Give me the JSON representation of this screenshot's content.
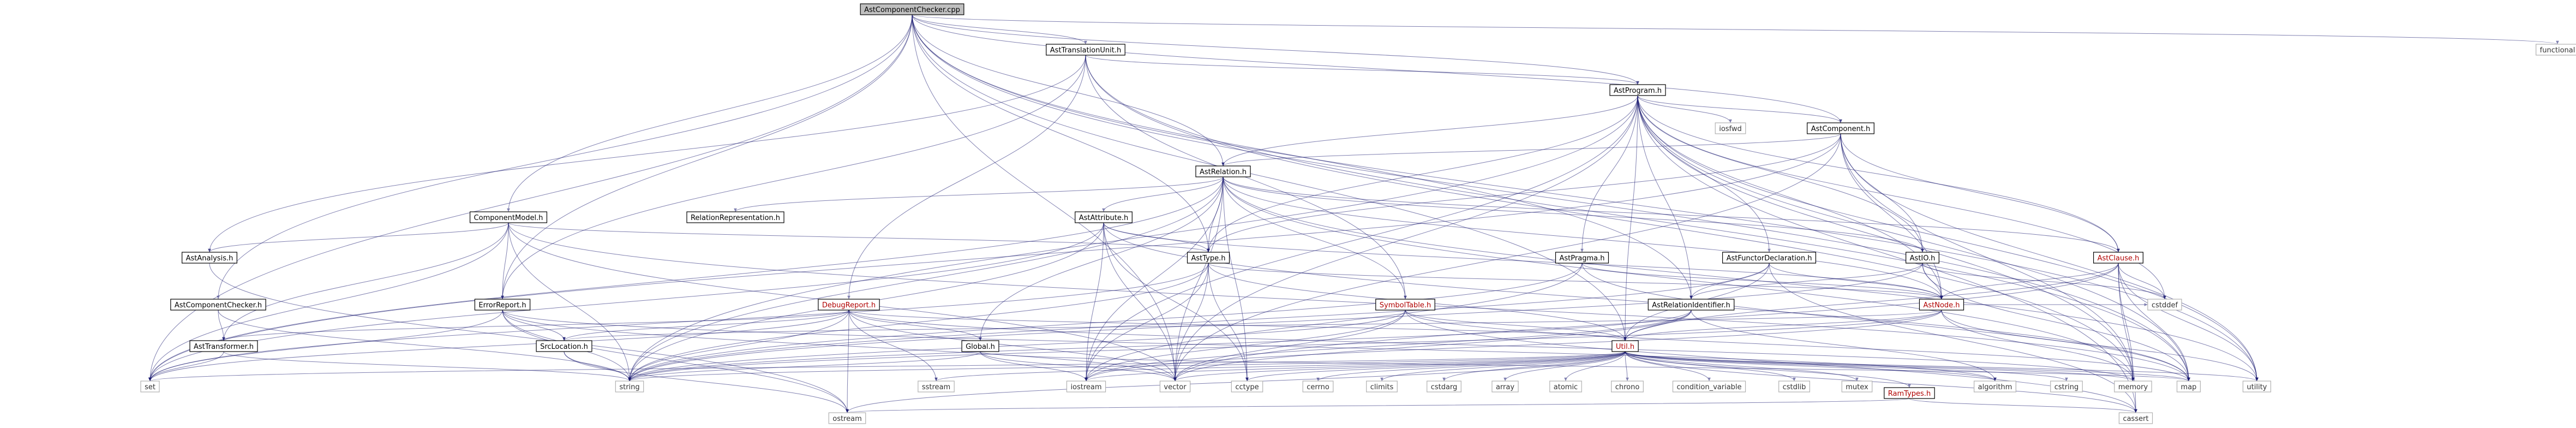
{
  "graph": {
    "root": "AstComponentChecker.cpp",
    "nodes": [
      {
        "id": "AstComponentChecker.cpp",
        "style": "root"
      },
      {
        "id": "AstTranslationUnit.h",
        "style": "linked"
      },
      {
        "id": "functional",
        "style": "ext"
      },
      {
        "id": "AstProgram.h",
        "style": "linked"
      },
      {
        "id": "iosfwd",
        "style": "ext"
      },
      {
        "id": "AstComponent.h",
        "style": "linked"
      },
      {
        "id": "ComponentModel.h",
        "style": "linked"
      },
      {
        "id": "AstRelation.h",
        "style": "linked"
      },
      {
        "id": "RelationRepresentation.h",
        "style": "linked"
      },
      {
        "id": "AstAttribute.h",
        "style": "linked"
      },
      {
        "id": "AstAnalysis.h",
        "style": "linked"
      },
      {
        "id": "AstComponentChecker.h",
        "style": "linked"
      },
      {
        "id": "AstType.h",
        "style": "linked"
      },
      {
        "id": "AstPragma.h",
        "style": "linked"
      },
      {
        "id": "AstFunctorDeclaration.h",
        "style": "linked"
      },
      {
        "id": "AstIO.h",
        "style": "linked"
      },
      {
        "id": "AstClause.h",
        "style": "red"
      },
      {
        "id": "AstNode.h",
        "style": "red"
      },
      {
        "id": "SymbolTable.h",
        "style": "red"
      },
      {
        "id": "AstRelationIdentifier.h",
        "style": "linked"
      },
      {
        "id": "ErrorReport.h",
        "style": "linked"
      },
      {
        "id": "DebugReport.h",
        "style": "red"
      },
      {
        "id": "SrcLocation.h",
        "style": "linked"
      },
      {
        "id": "AstTransformer.h",
        "style": "linked"
      },
      {
        "id": "Global.h",
        "style": "linked"
      },
      {
        "id": "Util.h",
        "style": "red"
      },
      {
        "id": "RamTypes.h",
        "style": "red"
      },
      {
        "id": "set",
        "style": "ext"
      },
      {
        "id": "string",
        "style": "ext"
      },
      {
        "id": "sstream",
        "style": "ext"
      },
      {
        "id": "iostream",
        "style": "ext"
      },
      {
        "id": "vector",
        "style": "ext"
      },
      {
        "id": "cctype",
        "style": "ext"
      },
      {
        "id": "cerrno",
        "style": "ext"
      },
      {
        "id": "climits",
        "style": "ext"
      },
      {
        "id": "cstdarg",
        "style": "ext"
      },
      {
        "id": "array",
        "style": "ext"
      },
      {
        "id": "atomic",
        "style": "ext"
      },
      {
        "id": "chrono",
        "style": "ext"
      },
      {
        "id": "condition_variable",
        "style": "ext"
      },
      {
        "id": "cstdlib",
        "style": "ext"
      },
      {
        "id": "mutex",
        "style": "ext"
      },
      {
        "id": "algorithm",
        "style": "ext"
      },
      {
        "id": "cstring",
        "style": "ext"
      },
      {
        "id": "memory",
        "style": "ext"
      },
      {
        "id": "map",
        "style": "ext"
      },
      {
        "id": "utility",
        "style": "ext"
      },
      {
        "id": "cstddef",
        "style": "ext"
      },
      {
        "id": "ostream",
        "style": "ext"
      },
      {
        "id": "cassert",
        "style": "ext"
      }
    ],
    "edges": [
      [
        "AstComponentChecker.cpp",
        "AstTranslationUnit.h"
      ],
      [
        "AstComponentChecker.cpp",
        "functional"
      ],
      [
        "AstComponentChecker.cpp",
        "AstProgram.h"
      ],
      [
        "AstComponentChecker.cpp",
        "AstComponent.h"
      ],
      [
        "AstComponentChecker.cpp",
        "ComponentModel.h"
      ],
      [
        "AstComponentChecker.cpp",
        "AstRelation.h"
      ],
      [
        "AstComponentChecker.cpp",
        "AstComponentChecker.h"
      ],
      [
        "AstComponentChecker.cpp",
        "AstType.h"
      ],
      [
        "AstComponentChecker.cpp",
        "AstRelationIdentifier.h"
      ],
      [
        "AstComponentChecker.cpp",
        "ErrorReport.h"
      ],
      [
        "AstComponentChecker.cpp",
        "Util.h"
      ],
      [
        "AstComponentChecker.cpp",
        "set"
      ],
      [
        "AstComponentChecker.cpp",
        "vector"
      ],
      [
        "AstComponentChecker.cpp",
        "map"
      ],
      [
        "AstComponentChecker.cpp",
        "utility"
      ],
      [
        "AstTranslationUnit.h",
        "AstProgram.h"
      ],
      [
        "AstTranslationUnit.h",
        "AstAnalysis.h"
      ],
      [
        "AstTranslationUnit.h",
        "SymbolTable.h"
      ],
      [
        "AstTranslationUnit.h",
        "DebugReport.h"
      ],
      [
        "AstTranslationUnit.h",
        "ErrorReport.h"
      ],
      [
        "AstTranslationUnit.h",
        "map"
      ],
      [
        "AstTranslationUnit.h",
        "memory"
      ],
      [
        "AstProgram.h",
        "iosfwd"
      ],
      [
        "AstProgram.h",
        "AstComponent.h"
      ],
      [
        "AstProgram.h",
        "AstRelation.h"
      ],
      [
        "AstProgram.h",
        "AstType.h"
      ],
      [
        "AstProgram.h",
        "AstPragma.h"
      ],
      [
        "AstProgram.h",
        "AstFunctorDeclaration.h"
      ],
      [
        "AstProgram.h",
        "AstIO.h"
      ],
      [
        "AstProgram.h",
        "AstClause.h"
      ],
      [
        "AstProgram.h",
        "AstNode.h"
      ],
      [
        "AstProgram.h",
        "AstRelationIdentifier.h"
      ],
      [
        "AstProgram.h",
        "Util.h"
      ],
      [
        "AstProgram.h",
        "map"
      ],
      [
        "AstProgram.h",
        "memory"
      ],
      [
        "AstProgram.h",
        "vector"
      ],
      [
        "AstProgram.h",
        "string"
      ],
      [
        "AstProgram.h",
        "utility"
      ],
      [
        "AstProgram.h",
        "cassert"
      ],
      [
        "AstProgram.h",
        "cstddef"
      ],
      [
        "AstProgram.h",
        "iostream"
      ],
      [
        "AstComponent.h",
        "AstRelation.h"
      ],
      [
        "AstComponent.h",
        "AstType.h"
      ],
      [
        "AstComponent.h",
        "AstIO.h"
      ],
      [
        "AstComponent.h",
        "AstClause.h"
      ],
      [
        "AstComponent.h",
        "AstNode.h"
      ],
      [
        "AstComponent.h",
        "memory"
      ],
      [
        "AstComponent.h",
        "utility"
      ],
      [
        "AstComponent.h",
        "vector"
      ],
      [
        "AstComponent.h",
        "set"
      ],
      [
        "ComponentModel.h",
        "AstType.h"
      ],
      [
        "ComponentModel.h",
        "AstAnalysis.h"
      ],
      [
        "ComponentModel.h",
        "AstTransformer.h"
      ],
      [
        "ComponentModel.h",
        "ErrorReport.h"
      ],
      [
        "ComponentModel.h",
        "set"
      ],
      [
        "ComponentModel.h",
        "string"
      ],
      [
        "ComponentModel.h",
        "map"
      ],
      [
        "ComponentModel.h",
        "vector"
      ],
      [
        "AstRelation.h",
        "RelationRepresentation.h"
      ],
      [
        "AstRelation.h",
        "AstAttribute.h"
      ],
      [
        "AstRelation.h",
        "AstType.h"
      ],
      [
        "AstRelation.h",
        "AstIO.h"
      ],
      [
        "AstRelation.h",
        "AstClause.h"
      ],
      [
        "AstRelation.h",
        "AstNode.h"
      ],
      [
        "AstRelation.h",
        "Global.h"
      ],
      [
        "AstRelation.h",
        "SymbolTable.h"
      ],
      [
        "AstRelation.h",
        "set"
      ],
      [
        "AstRelation.h",
        "string"
      ],
      [
        "AstRelation.h",
        "vector"
      ],
      [
        "AstRelation.h",
        "memory"
      ],
      [
        "AstRelation.h",
        "iostream"
      ],
      [
        "AstRelation.h",
        "cctype"
      ],
      [
        "AstRelation.h",
        "utility"
      ],
      [
        "AstAttribute.h",
        "AstType.h"
      ],
      [
        "AstAttribute.h",
        "AstNode.h"
      ],
      [
        "AstAttribute.h",
        "string"
      ],
      [
        "AstAttribute.h",
        "set"
      ],
      [
        "AstAttribute.h",
        "cctype"
      ],
      [
        "AstAttribute.h",
        "iostream"
      ],
      [
        "AstAttribute.h",
        "vector"
      ],
      [
        "AstAttribute.h",
        "map"
      ],
      [
        "AstAnalysis.h",
        "ostream"
      ],
      [
        "AstComponentChecker.h",
        "AstTransformer.h"
      ],
      [
        "AstComponentChecker.h",
        "string"
      ],
      [
        "AstType.h",
        "AstNode.h"
      ],
      [
        "AstType.h",
        "Util.h"
      ],
      [
        "AstType.h",
        "set"
      ],
      [
        "AstType.h",
        "string"
      ],
      [
        "AstType.h",
        "vector"
      ],
      [
        "AstType.h",
        "iostream"
      ],
      [
        "AstType.h",
        "cctype"
      ],
      [
        "AstPragma.h",
        "AstNode.h"
      ],
      [
        "AstPragma.h",
        "string"
      ],
      [
        "AstPragma.h",
        "iostream"
      ],
      [
        "AstPragma.h",
        "map"
      ],
      [
        "AstFunctorDeclaration.h",
        "AstNode.h"
      ],
      [
        "AstFunctorDeclaration.h",
        "AstRelationIdentifier.h"
      ],
      [
        "AstFunctorDeclaration.h",
        "Util.h"
      ],
      [
        "AstFunctorDeclaration.h",
        "string"
      ],
      [
        "AstFunctorDeclaration.h",
        "cassert"
      ],
      [
        "AstIO.h",
        "AstNode.h"
      ],
      [
        "AstIO.h",
        "AstRelationIdentifier.h"
      ],
      [
        "AstIO.h",
        "map"
      ],
      [
        "AstIO.h",
        "string"
      ],
      [
        "AstIO.h",
        "cstddef"
      ],
      [
        "AstClause.h",
        "AstNode.h"
      ],
      [
        "AstClause.h",
        "Util.h"
      ],
      [
        "AstClause.h",
        "memory"
      ],
      [
        "AstClause.h",
        "vector"
      ],
      [
        "AstClause.h",
        "map"
      ],
      [
        "AstClause.h",
        "cassert"
      ],
      [
        "AstClause.h",
        "cstddef"
      ],
      [
        "AstClause.h",
        "utility"
      ],
      [
        "AstNode.h",
        "SrcLocation.h"
      ],
      [
        "AstNode.h",
        "Util.h"
      ],
      [
        "AstNode.h",
        "memory"
      ],
      [
        "AstNode.h",
        "string"
      ],
      [
        "AstNode.h",
        "utility"
      ],
      [
        "AstNode.h",
        "cstddef"
      ],
      [
        "AstNode.h",
        "iostream"
      ],
      [
        "SymbolTable.h",
        "Util.h"
      ],
      [
        "SymbolTable.h",
        "string"
      ],
      [
        "SymbolTable.h",
        "vector"
      ],
      [
        "SymbolTable.h",
        "iostream"
      ],
      [
        "SymbolTable.h",
        "cassert"
      ],
      [
        "SymbolTable.h",
        "map"
      ],
      [
        "AstRelationIdentifier.h",
        "Util.h"
      ],
      [
        "AstRelationIdentifier.h",
        "string"
      ],
      [
        "AstRelationIdentifier.h",
        "vector"
      ],
      [
        "AstRelationIdentifier.h",
        "iostream"
      ],
      [
        "AstRelationIdentifier.h",
        "algorithm"
      ],
      [
        "ErrorReport.h",
        "SrcLocation.h"
      ],
      [
        "ErrorReport.h",
        "set"
      ],
      [
        "ErrorReport.h",
        "string"
      ],
      [
        "ErrorReport.h",
        "vector"
      ],
      [
        "ErrorReport.h",
        "ostream"
      ],
      [
        "ErrorReport.h",
        "algorithm"
      ],
      [
        "DebugReport.h",
        "AstTransformer.h"
      ],
      [
        "DebugReport.h",
        "Global.h"
      ],
      [
        "DebugReport.h",
        "SrcLocation.h"
      ],
      [
        "DebugReport.h",
        "string"
      ],
      [
        "DebugReport.h",
        "sstream"
      ],
      [
        "DebugReport.h",
        "vector"
      ],
      [
        "DebugReport.h",
        "ostream"
      ],
      [
        "DebugReport.h",
        "memory"
      ],
      [
        "DebugReport.h",
        "set"
      ],
      [
        "DebugReport.h",
        "Util.h"
      ],
      [
        "SrcLocation.h",
        "string"
      ],
      [
        "SrcLocation.h",
        "ostream"
      ],
      [
        "AstTransformer.h",
        "set"
      ],
      [
        "AstTransformer.h",
        "string"
      ],
      [
        "Global.h",
        "string"
      ],
      [
        "Global.h",
        "map"
      ],
      [
        "Global.h",
        "vector"
      ],
      [
        "Global.h",
        "iostream"
      ],
      [
        "Util.h",
        "RamTypes.h"
      ],
      [
        "Util.h",
        "set"
      ],
      [
        "Util.h",
        "string"
      ],
      [
        "Util.h",
        "sstream"
      ],
      [
        "Util.h",
        "iostream"
      ],
      [
        "Util.h",
        "vector"
      ],
      [
        "Util.h",
        "cctype"
      ],
      [
        "Util.h",
        "cerrno"
      ],
      [
        "Util.h",
        "climits"
      ],
      [
        "Util.h",
        "cstdarg"
      ],
      [
        "Util.h",
        "array"
      ],
      [
        "Util.h",
        "atomic"
      ],
      [
        "Util.h",
        "chrono"
      ],
      [
        "Util.h",
        "condition_variable"
      ],
      [
        "Util.h",
        "cstdlib"
      ],
      [
        "Util.h",
        "mutex"
      ],
      [
        "Util.h",
        "algorithm"
      ],
      [
        "Util.h",
        "cstring"
      ],
      [
        "Util.h",
        "memory"
      ],
      [
        "Util.h",
        "map"
      ],
      [
        "Util.h",
        "utility"
      ],
      [
        "Util.h",
        "cassert"
      ],
      [
        "Util.h",
        "ostream"
      ],
      [
        "RamTypes.h",
        "cassert"
      ],
      [
        "RamTypes.h",
        "ostream"
      ]
    ]
  }
}
